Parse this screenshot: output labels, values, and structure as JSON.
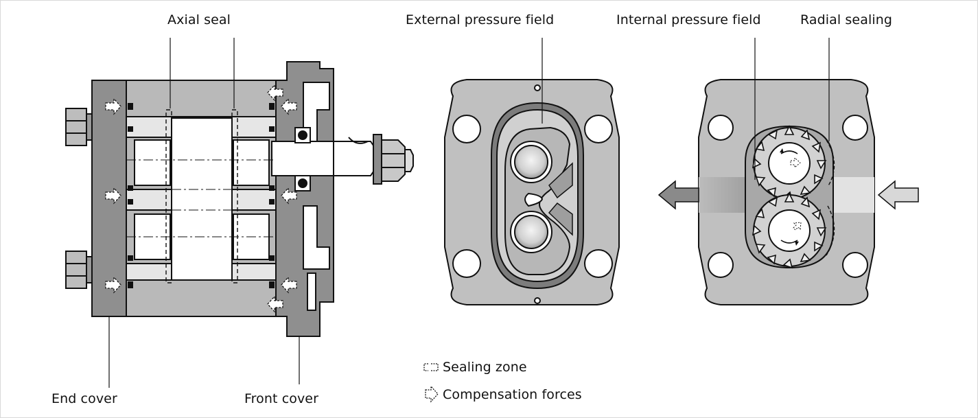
{
  "labels": {
    "axial_seal": "Axial seal",
    "external_pressure_field": "External pressure field",
    "internal_pressure_field": "Internal pressure field",
    "radial_sealing": "Radial sealing",
    "end_cover": "End cover",
    "front_cover": "Front cover"
  },
  "legend": {
    "sealing_zone": "Sealing zone",
    "compensation_forces": "Compensation forces"
  },
  "colors": {
    "housing": "#b8b8b8",
    "light": "#dcdcdc",
    "dark": "#8c8c8c",
    "outline": "#111111",
    "pressure_arrow": "#8a8a8a",
    "suction_arrow": "#d8d8d8"
  },
  "icons": [
    "sealing-zone-icon",
    "compensation-force-icon",
    "flow-out-arrow-icon",
    "flow-in-arrow-icon",
    "rotation-arrow-icon"
  ]
}
